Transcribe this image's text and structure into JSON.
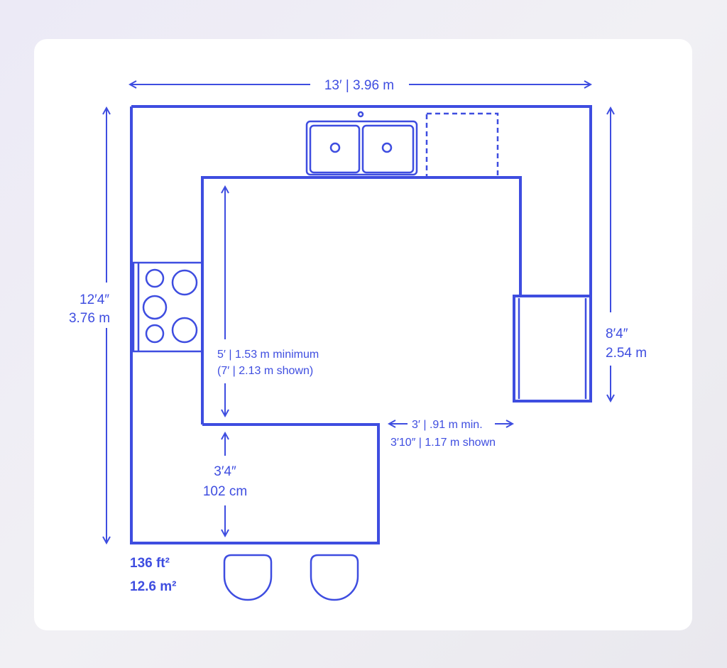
{
  "colors": {
    "line": "#3e4de0",
    "card": "#ffffff"
  },
  "dimensions": {
    "width": "13′ | 3.96 m",
    "depth_line1": "12′4″",
    "depth_line2": "3.76 m",
    "right_line1": "8′4″",
    "right_line2": "2.54 m",
    "aisle_line1": "5′ | 1.53 m minimum",
    "aisle_line2": "(7′ | 2.13 m shown)",
    "clearance_line1": "3′ | .91 m min.",
    "clearance_line2": "3′10″ | 1.17 m shown",
    "peninsula_line1": "3′4″",
    "peninsula_line2": "102 cm"
  },
  "area": {
    "imperial": "136 ft²",
    "metric": "12.6 m²"
  },
  "fixtures": [
    "double-sink",
    "dishwasher",
    "cooktop",
    "refrigerator",
    "bar-stool",
    "bar-stool"
  ]
}
